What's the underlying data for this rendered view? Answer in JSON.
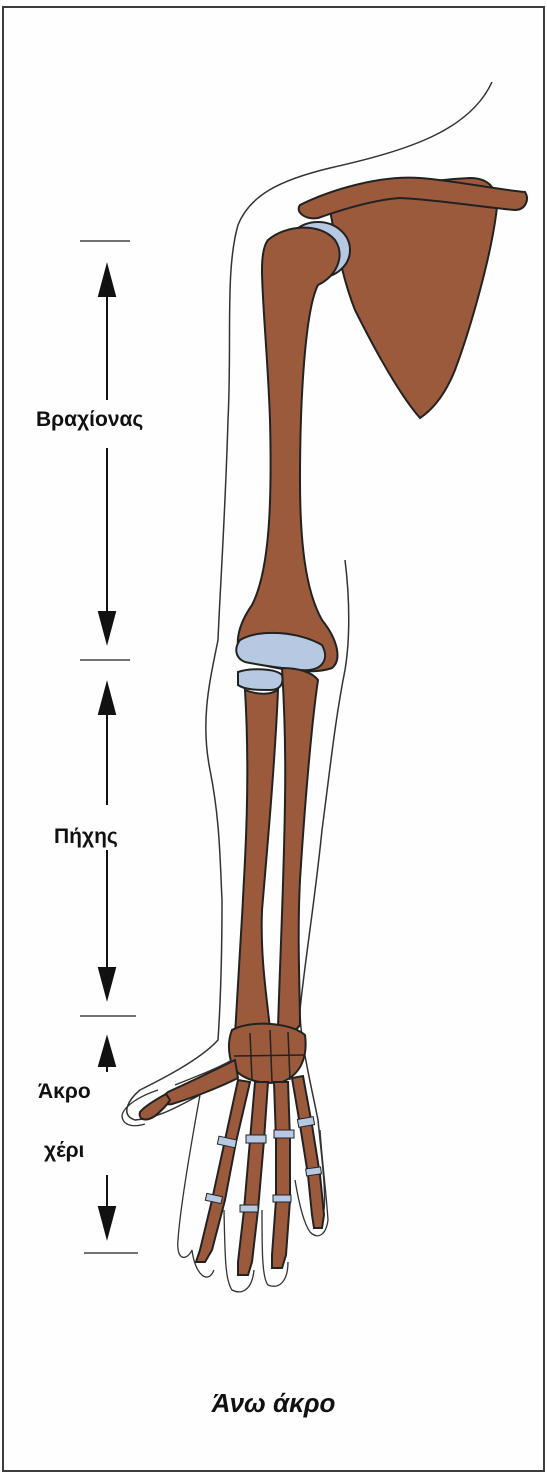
{
  "labels": {
    "upper_arm": "Βραχίονας",
    "forearm": "Πήχης",
    "hand_line1": "Άκρο",
    "hand_line2": "χέρι"
  },
  "caption": "Άνω άκρο",
  "colors": {
    "bone": "#9c5a3c",
    "cartilage": "#b7c9e2",
    "outline": "#222222",
    "arrow": "#111111"
  }
}
